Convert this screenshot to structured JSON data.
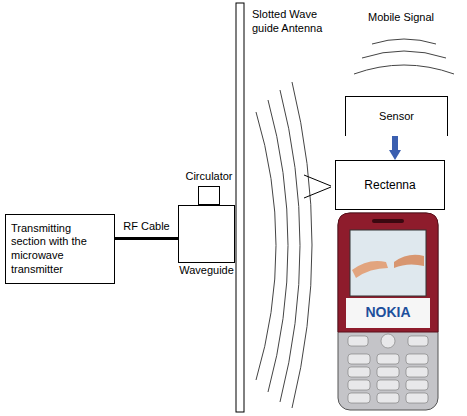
{
  "diagram": {
    "nodes": [
      {
        "text": [
          "Transmitting section with the microwave transmitter"
        ]
      },
      {
        "text": [
          "Circulator"
        ]
      },
      {
        "text": [
          "Waveguide"
        ]
      },
      {
        "text": [
          "Sensor"
        ]
      },
      {
        "text": [
          "Rectenna"
        ]
      }
    ],
    "edges": [
      {
        "from": 0,
        "to": 2,
        "label": "RF Cable",
        "arrow": "none"
      },
      {
        "from": 3,
        "to": 4,
        "arrow": "to"
      }
    ],
    "labels": [
      "Slotted Wave guide Antenna",
      "Mobile Signal",
      "NOKIA"
    ]
  }
}
